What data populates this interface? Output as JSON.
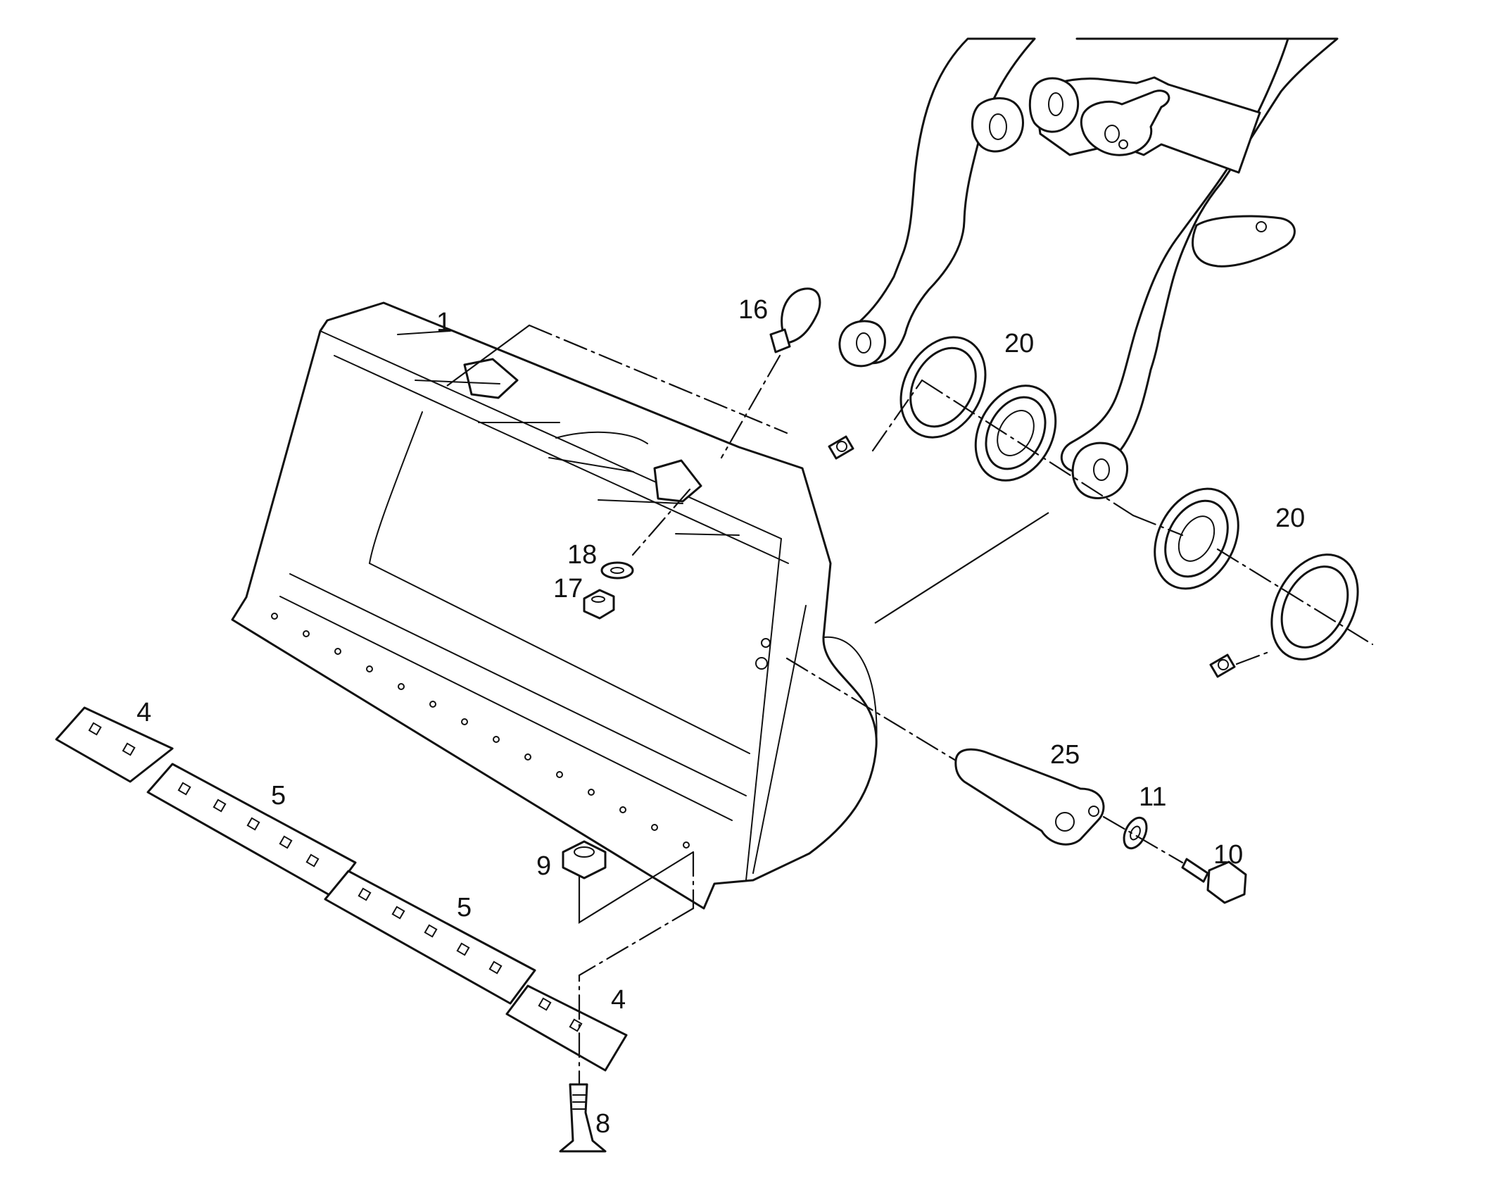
{
  "diagram": {
    "callouts": {
      "item_1": "1",
      "item_4_left": "4",
      "item_4_right": "4",
      "item_5_upper": "5",
      "item_5_lower": "5",
      "item_8": "8",
      "item_9": "9",
      "item_10": "10",
      "item_11": "11",
      "item_16": "16",
      "item_17": "17",
      "item_18": "18",
      "item_20_upper": "20",
      "item_20_lower": "20",
      "item_25": "25"
    }
  }
}
